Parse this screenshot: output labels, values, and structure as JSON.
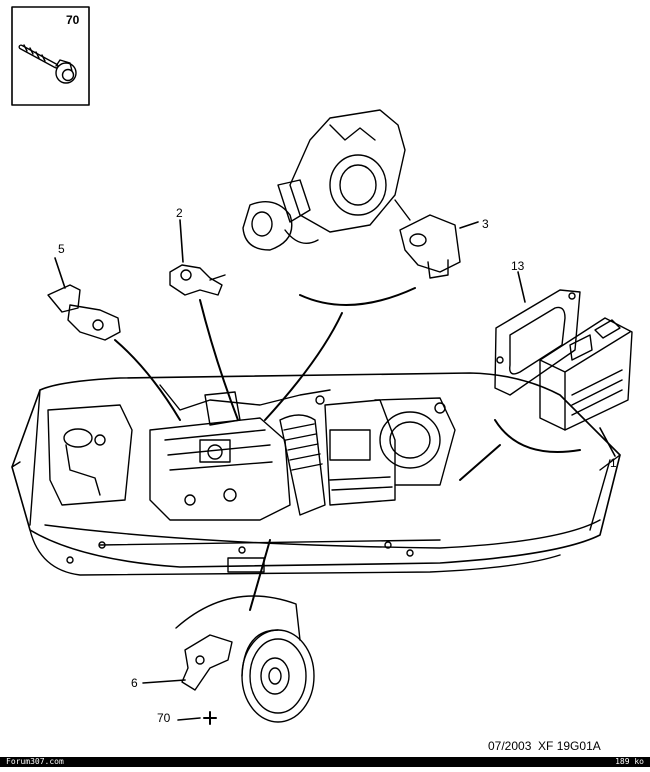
{
  "callouts": {
    "c70_top": "70",
    "c1": "1",
    "c2": "2",
    "c3": "3",
    "c5": "5",
    "c6": "6",
    "c13": "13",
    "c70_bottom": "70"
  },
  "footer": {
    "reference": "07/2003  XF 19G01A"
  },
  "watermark": {
    "left": "Forum307.com",
    "right": "189 ko"
  }
}
